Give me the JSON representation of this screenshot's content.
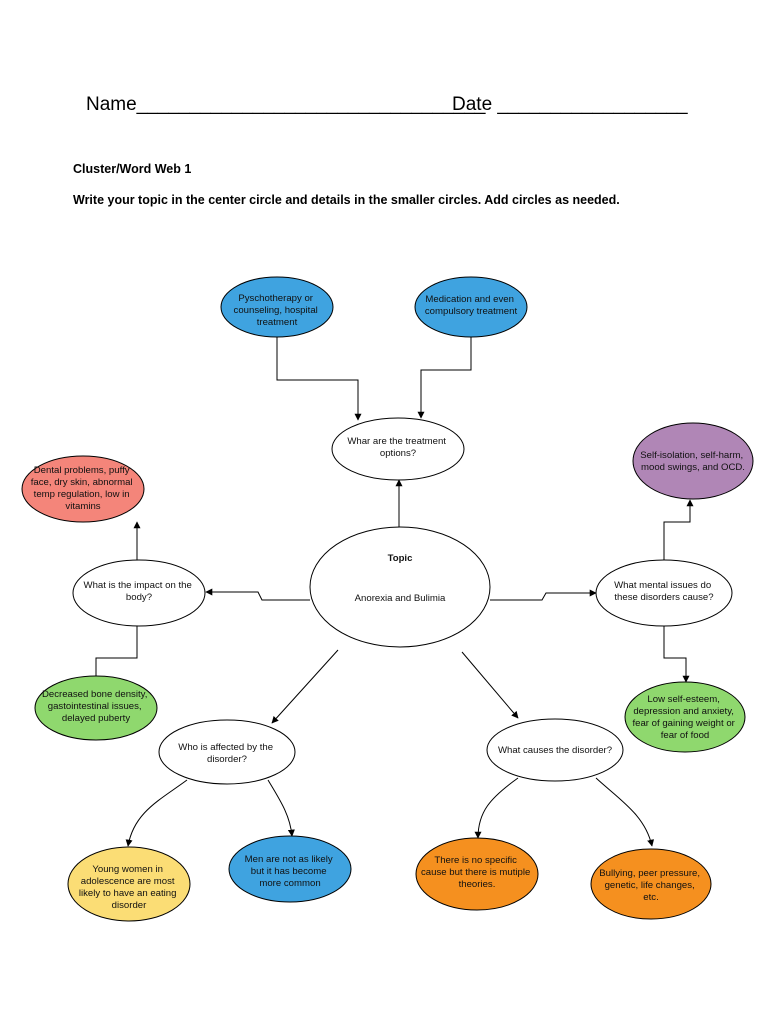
{
  "header": {
    "name_line": "Name_________________________________",
    "date_line": "Date __________________"
  },
  "title": "Cluster/Word Web 1",
  "instructions": "Write your topic in the center circle and details in the smaller circles. Add circles as needed.",
  "center": {
    "label": "Topic",
    "text": "Anorexia and Bulimia"
  },
  "branches": {
    "treatment": {
      "text": [
        "Whar are the treatment",
        "options?"
      ],
      "details": [
        {
          "text": [
            "Pyschotherapy or",
            "counseling, hospital",
            "treatment"
          ],
          "color": "#3fa3e0"
        },
        {
          "text": [
            "Medication and even",
            "compulsory treatment"
          ],
          "color": "#3fa3e0"
        }
      ]
    },
    "impact": {
      "text": [
        "What is the impact on the",
        "body?"
      ],
      "details": [
        {
          "text": [
            "Dental problems, puffy",
            "face, dry skin, abnormal",
            "temp regulation, low in",
            "vitamins"
          ],
          "color": "#f4857a"
        },
        {
          "text": [
            "Decreased bone density,",
            "gastointestinal issues,",
            "delayed puberty"
          ],
          "color": "#8fd86e"
        }
      ]
    },
    "mental": {
      "text": [
        "What mental issues do",
        "these disorders cause?"
      ],
      "details": [
        {
          "text": [
            "Self-isolation, self-harm,",
            "mood swings, and OCD."
          ],
          "color": "#b086b6"
        },
        {
          "text": [
            "Low self-esteem,",
            "depression and anxiety,",
            "fear of gaining weight or",
            "fear of food"
          ],
          "color": "#8fd86e"
        }
      ]
    },
    "affected": {
      "text": [
        "Who is affected by the",
        "disorder?"
      ],
      "details": [
        {
          "text": [
            "Young women in",
            "adolescence are most",
            "likely to have an eating",
            "disorder"
          ],
          "color": "#fbdd75"
        },
        {
          "text": [
            "Men are not as likely",
            "but it has become",
            "more common"
          ],
          "color": "#3fa3e0"
        }
      ]
    },
    "causes": {
      "text": [
        "What causes the disorder?"
      ],
      "details": [
        {
          "text": [
            "There is no specific",
            "cause but there is mutiple",
            "theories."
          ],
          "color": "#f5901f"
        },
        {
          "text": [
            "Bullying, peer pressure,",
            "genetic, life changes,",
            "etc."
          ],
          "color": "#f5901f"
        }
      ]
    }
  }
}
